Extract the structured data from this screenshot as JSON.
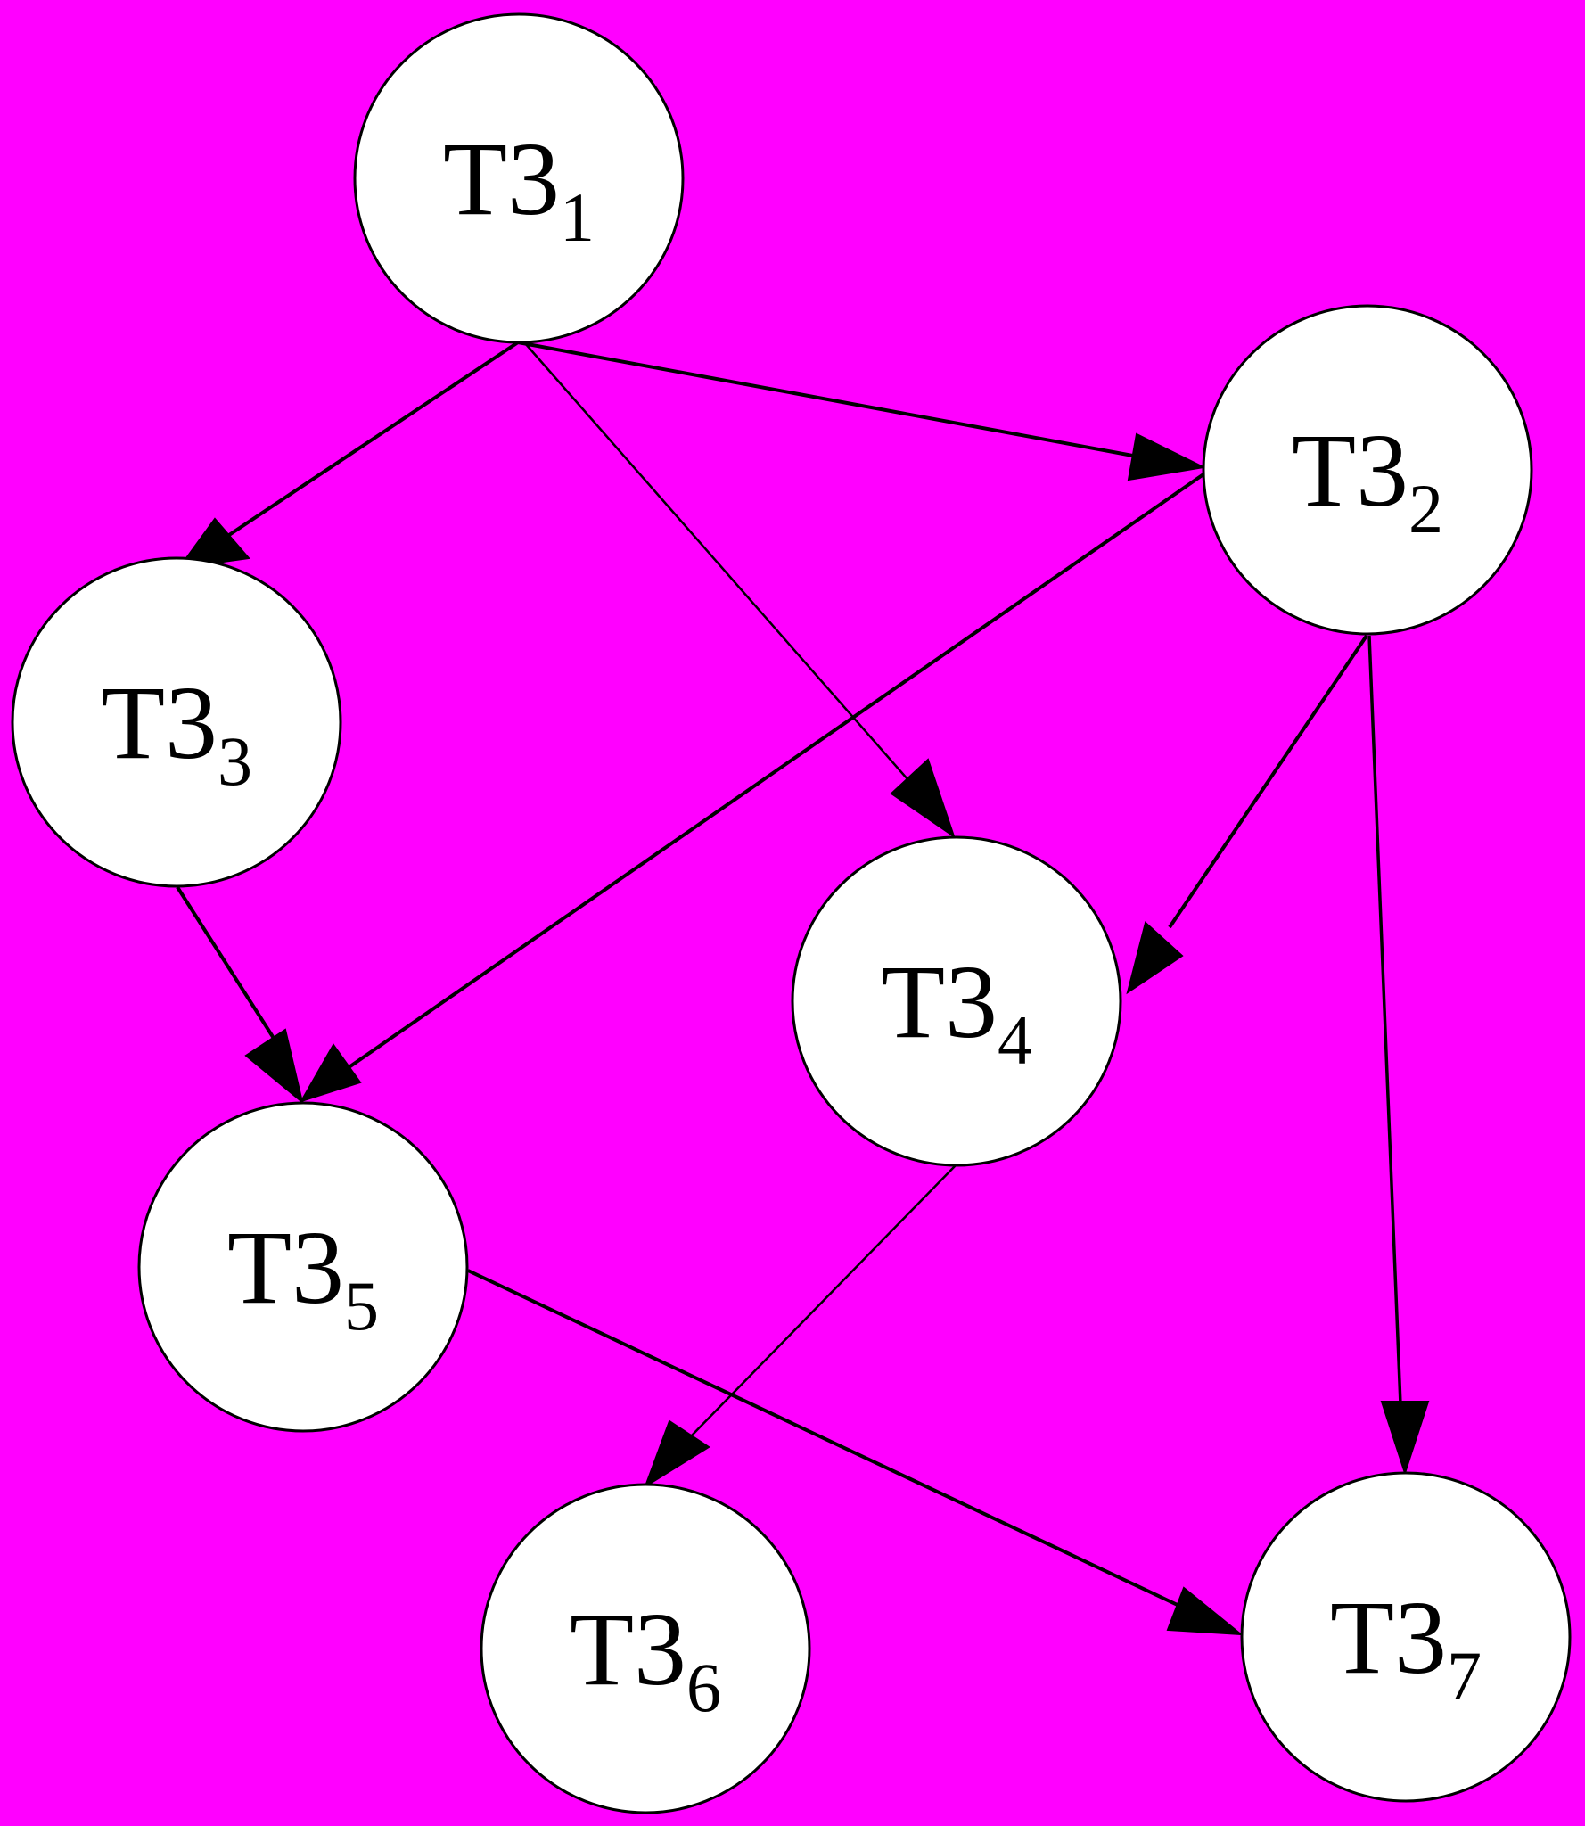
{
  "colors": {
    "background": "#ff00ff",
    "node_fill": "#ffffff",
    "stroke": "#000000"
  },
  "nodes": [
    {
      "id": "n1",
      "label": "T3",
      "subscript": "1"
    },
    {
      "id": "n2",
      "label": "T3",
      "subscript": "2"
    },
    {
      "id": "n3",
      "label": "T3",
      "subscript": "3"
    },
    {
      "id": "n4",
      "label": "T3",
      "subscript": "4"
    },
    {
      "id": "n5",
      "label": "T3",
      "subscript": "5"
    },
    {
      "id": "n6",
      "label": "T3",
      "subscript": "6"
    },
    {
      "id": "n7",
      "label": "T3",
      "subscript": "7"
    }
  ],
  "edges": [
    {
      "from": "n1",
      "to": "n3"
    },
    {
      "from": "n1",
      "to": "n4"
    },
    {
      "from": "n1",
      "to": "n2"
    },
    {
      "from": "n2",
      "to": "n5"
    },
    {
      "from": "n2",
      "to": "n4"
    },
    {
      "from": "n2",
      "to": "n7"
    },
    {
      "from": "n3",
      "to": "n5"
    },
    {
      "from": "n4",
      "to": "n6"
    },
    {
      "from": "n5",
      "to": "n7"
    }
  ]
}
